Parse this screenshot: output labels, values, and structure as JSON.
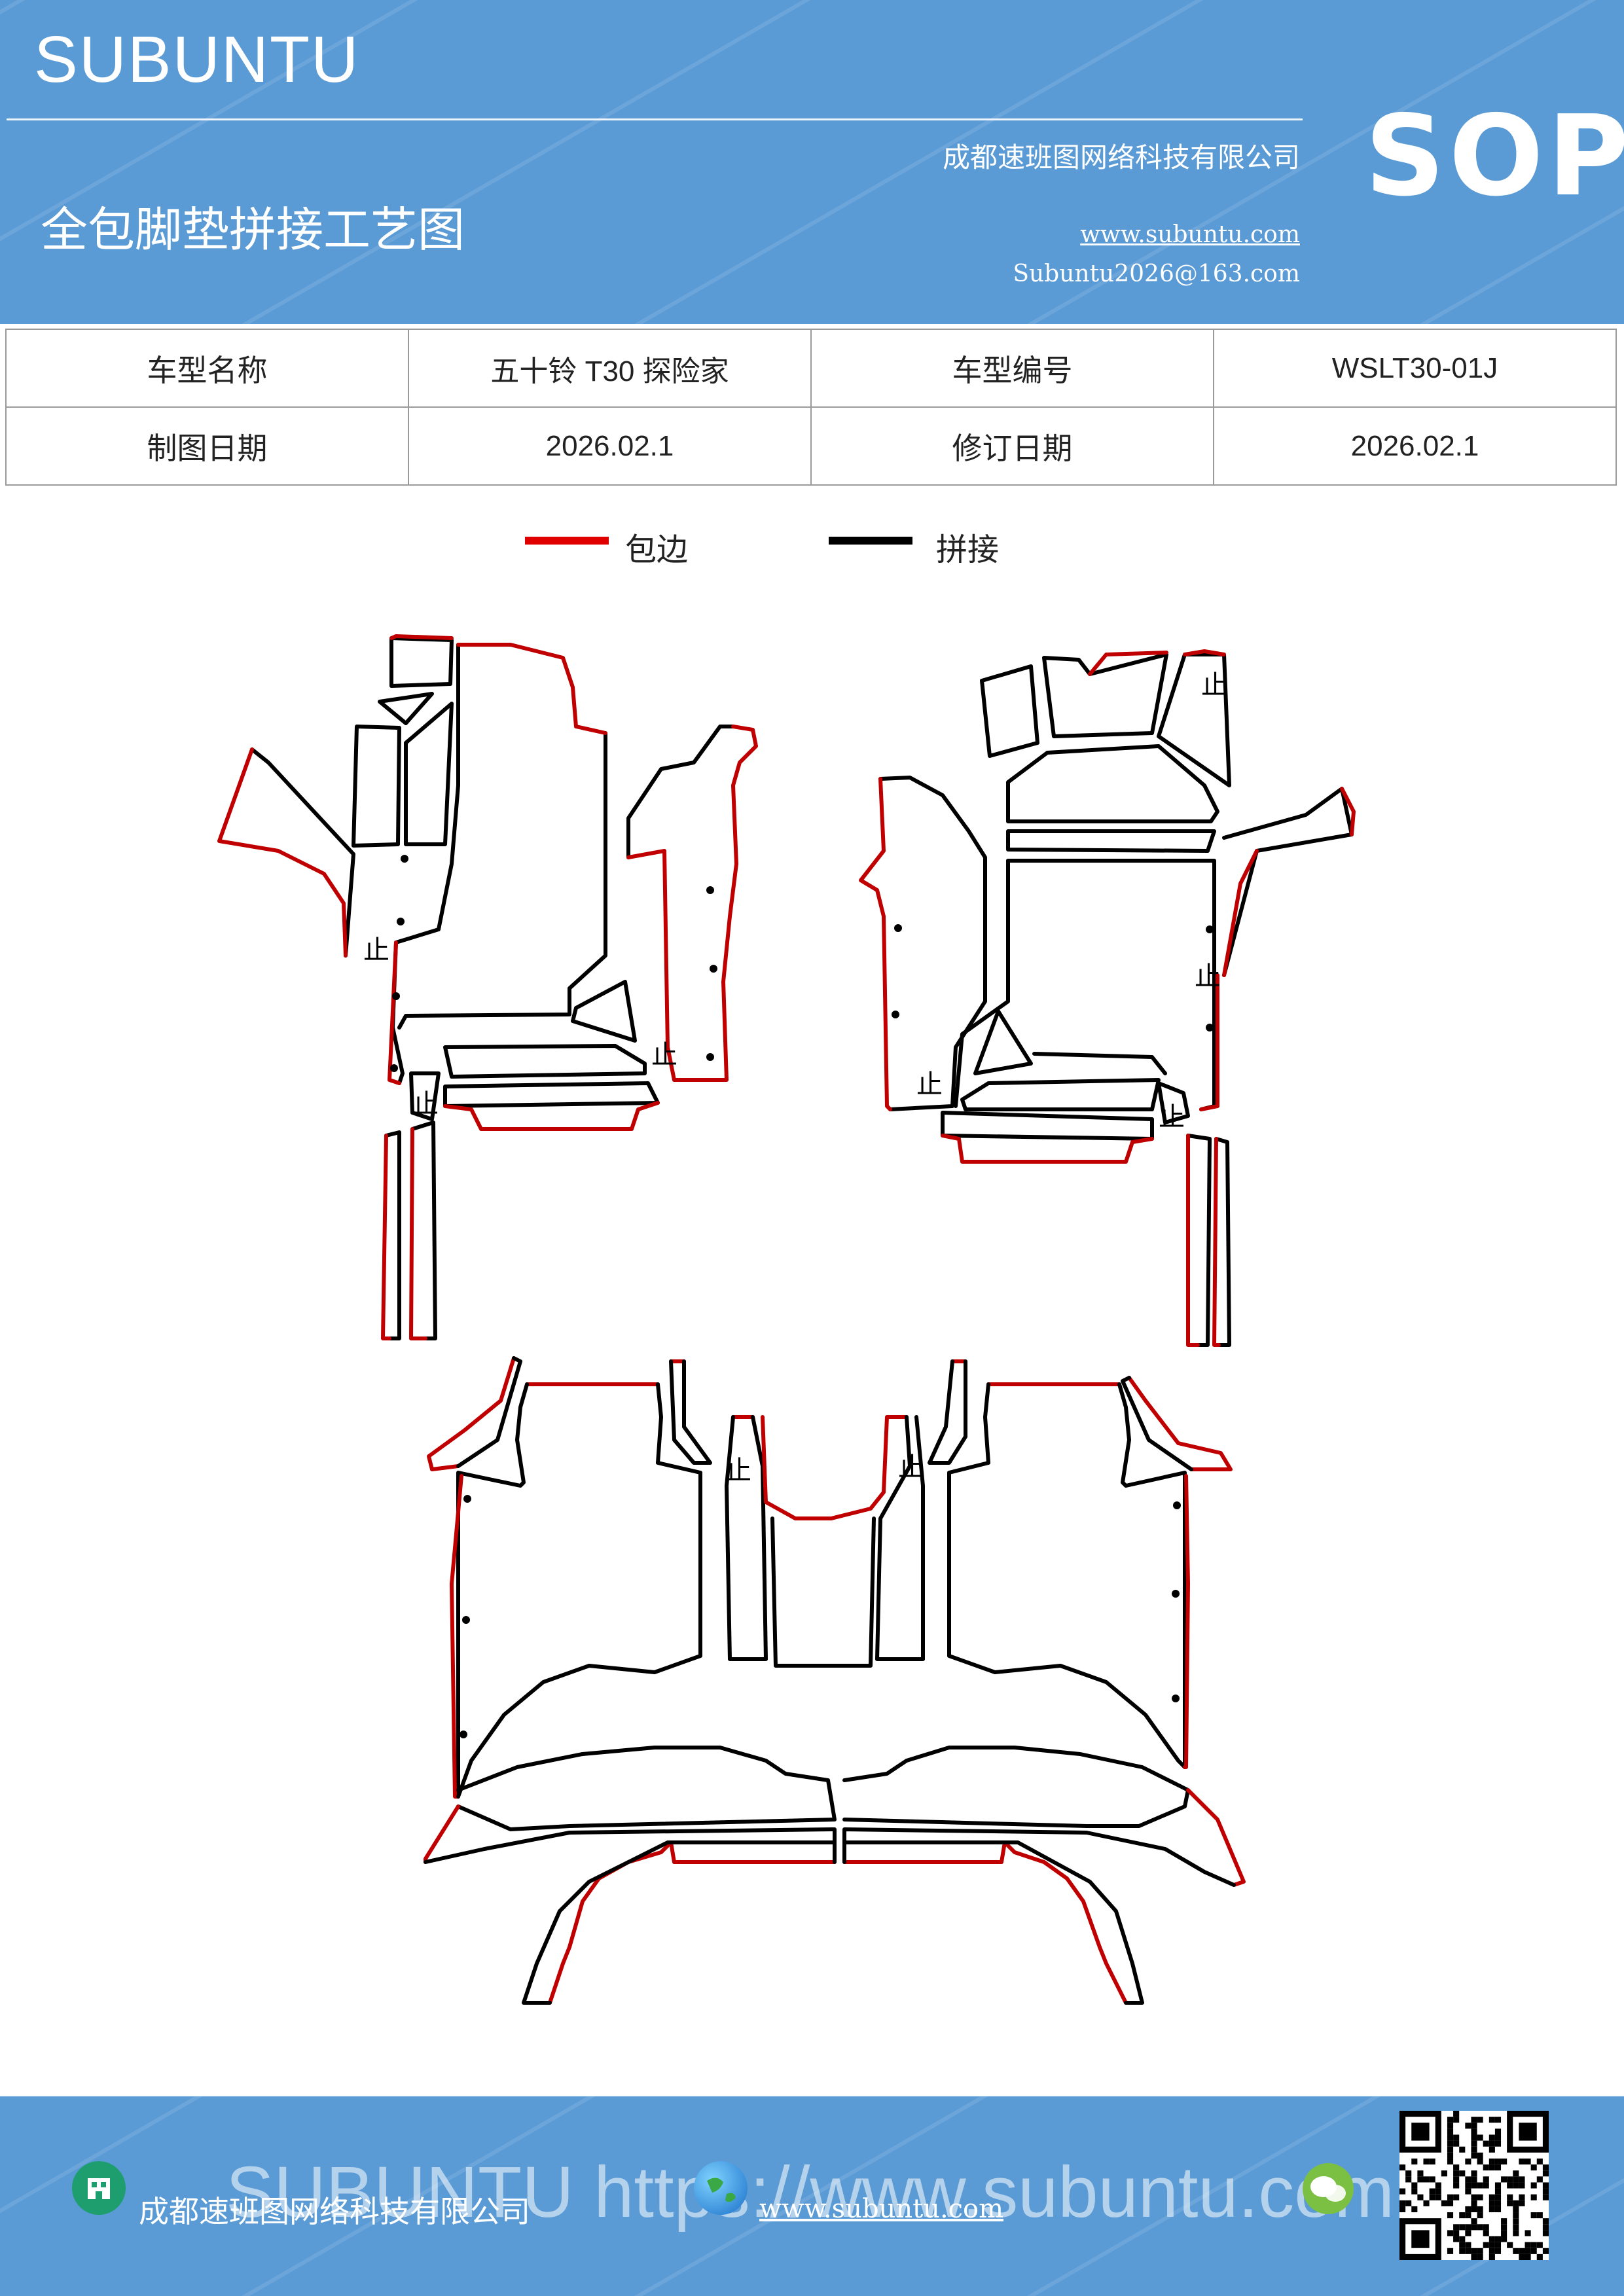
{
  "header": {
    "brand": "SUBUNTU",
    "doc_title": "全包脚垫拼接工艺图",
    "company": "成都速班图网络科技有限公司",
    "website": "www.subuntu.com",
    "email": "Subuntu2026@163.com",
    "badge": "SOP"
  },
  "info_table": {
    "rows": [
      [
        {
          "label": "车型名称",
          "value": "五十铃  T30 探险家"
        },
        {
          "label": "车型编号",
          "value": "WSLT30-01J"
        }
      ],
      [
        {
          "label": "制图日期",
          "value": "2026.02.1"
        },
        {
          "label": "修订日期",
          "value": "2026.02.1"
        }
      ]
    ]
  },
  "legend": [
    {
      "label": "包边",
      "color": "#e00000"
    },
    {
      "label": "拼接",
      "color": "#000000"
    }
  ],
  "diagram": {
    "stop_mark": "止",
    "edge_color": "#c00000",
    "seam_color": "#000000"
  },
  "footer": {
    "company": "成都速班图网络科技有限公司",
    "website": "www.subuntu.com",
    "watermark": "SUBUNTU https://www.subuntu.com",
    "icons": [
      "building-icon",
      "globe-icon",
      "wechat-icon",
      "qr-code"
    ]
  }
}
